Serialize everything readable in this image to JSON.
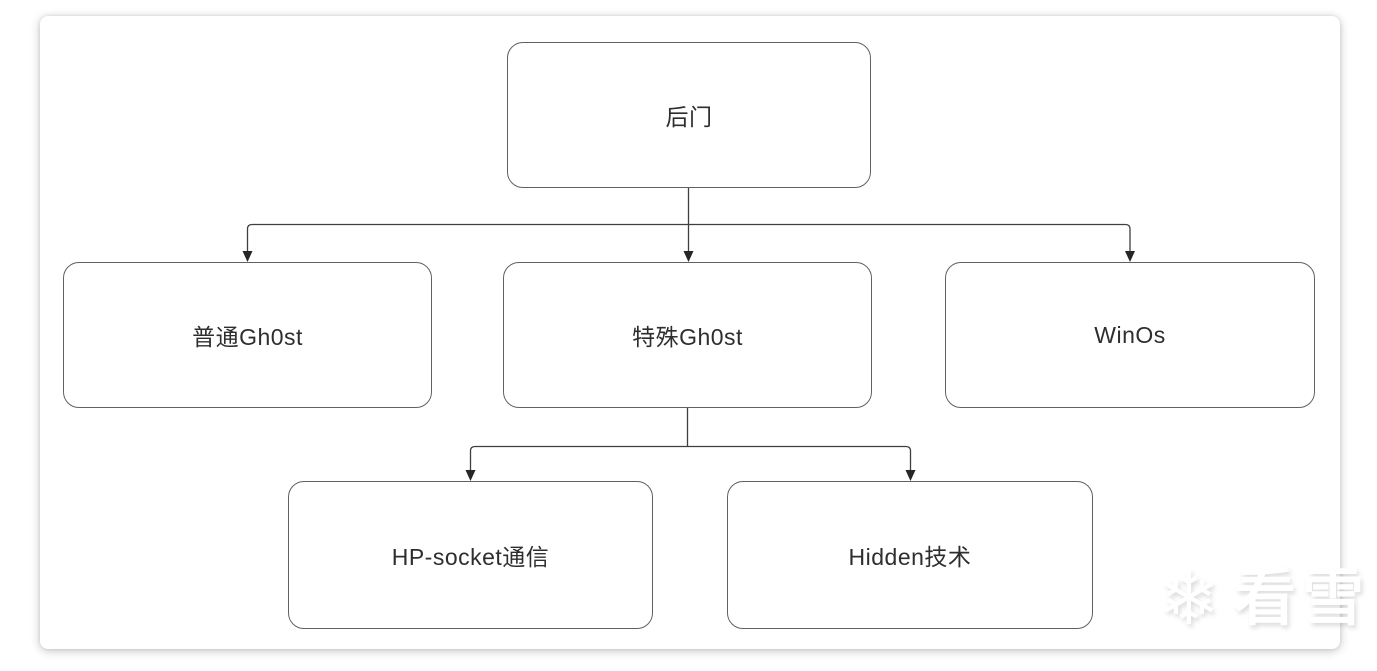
{
  "diagram": {
    "title": "backdoor-structure-flowchart",
    "nodes": [
      {
        "id": "backdoor",
        "label": "后门"
      },
      {
        "id": "ordinary-gh0st",
        "label": "普通Gh0st"
      },
      {
        "id": "special-gh0st",
        "label": "特殊Gh0st"
      },
      {
        "id": "winos",
        "label": "WinOs"
      },
      {
        "id": "hp-socket",
        "label": "HP-socket通信"
      },
      {
        "id": "hidden-tech",
        "label": "Hidden技术"
      }
    ],
    "edges": [
      {
        "from": "后门",
        "to": "普通Gh0st"
      },
      {
        "from": "后门",
        "to": "特殊Gh0st"
      },
      {
        "from": "后门",
        "to": "WinOs"
      },
      {
        "from": "特殊Gh0st",
        "to": "HP-socket通信"
      },
      {
        "from": "特殊Gh0st",
        "to": "Hidden技术"
      }
    ],
    "colors": {
      "canvas_background": "#ffffff",
      "node_border": "#616161",
      "node_text": "#2e2e2e",
      "connector_line": "#3f3f3f",
      "arrowhead": "#262626"
    }
  },
  "watermark": {
    "icon": "snowflake-icon",
    "icon_glyph": "❄",
    "text": "看雪"
  }
}
